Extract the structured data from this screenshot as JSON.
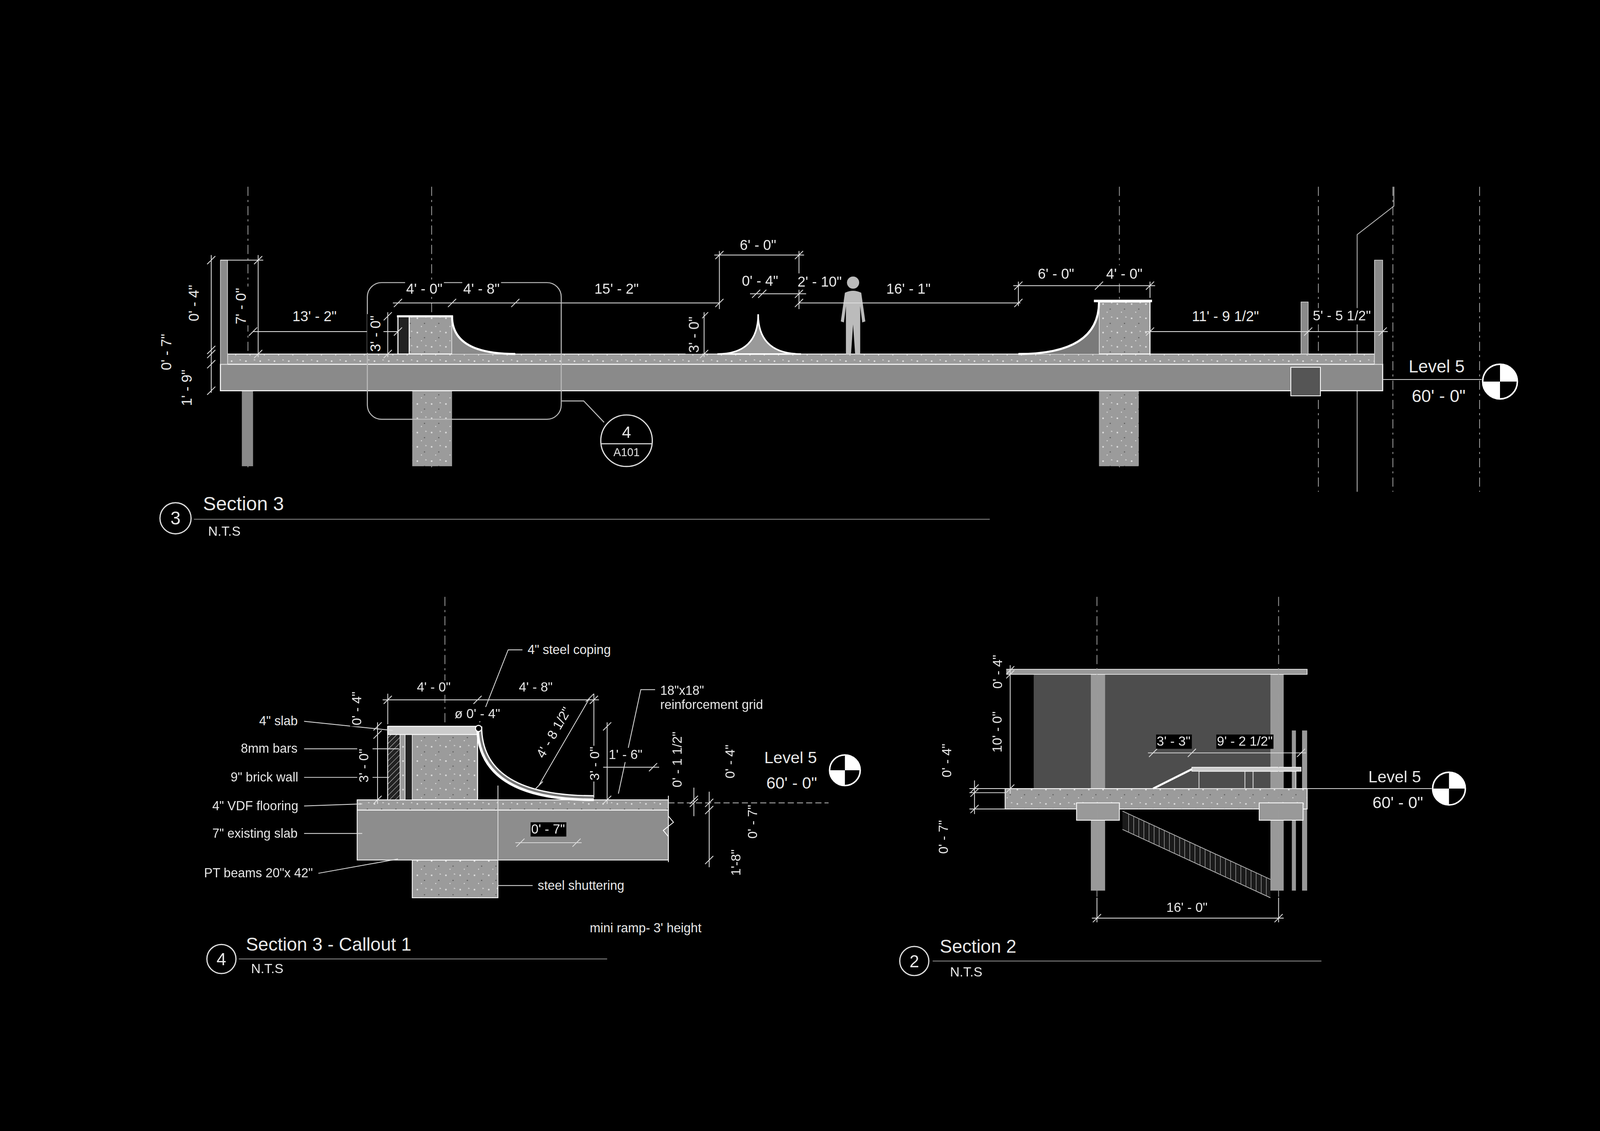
{
  "diagram": {
    "nodes": [
      {
        "text": [
          "4",
          "A101"
        ]
      },
      {
        "text": [
          "3"
        ]
      },
      {
        "text": [
          "4"
        ]
      },
      {
        "text": [
          "2"
        ]
      }
    ],
    "labels": [
      "6' - 0\"",
      "0' - 4\"",
      "2' - 10\"",
      "6' - 0\"",
      "4' - 0\"",
      "4' - 0\"",
      "4' - 8\"",
      "15' - 2\"",
      "16' - 1\"",
      "0' - 4\"",
      "7' - 0\"",
      "13' - 2\"",
      "11' - 9 1/2\"",
      "5' - 5 1/2\"",
      "3' - 0\"",
      "3' - 0\"",
      "0' - 7\"",
      "1' - 9\"",
      "Level 5",
      "60' - 0\"",
      "Section 3",
      "N.T.S",
      "4\" steel coping",
      "4' - 0\"",
      "4' - 8\"",
      "18\"x18\" reinforcement grid",
      "0' - 4\"",
      "ø 0' - 4\"",
      "4' - 8 1/2\"",
      "4\" slab",
      "8mm bars",
      "9\" brick wall",
      "4\" VDF flooring",
      "7\" existing slab",
      "PT beams 20\"x 42\"",
      "1' - 6\"",
      "3' - 0\"",
      "0' - 1 1/2\"",
      "0' - 4\"",
      "3' - 0\"",
      "Level 5",
      "60' - 0\"",
      "0' - 7\"",
      "0' - 7\"",
      "1'-8\"",
      "steel shuttering",
      "mini ramp- 3' height",
      "Section 3 - Callout 1",
      "N.T.S",
      "0' - 4\"",
      "10' - 0\"",
      "0' - 4\"",
      "0' - 7\"",
      "3' - 3\"",
      "9' - 2 1/2\"",
      "Level 5",
      "60' - 0\"",
      "16' - 0\"",
      "Section 2",
      "N.T.S"
    ]
  }
}
